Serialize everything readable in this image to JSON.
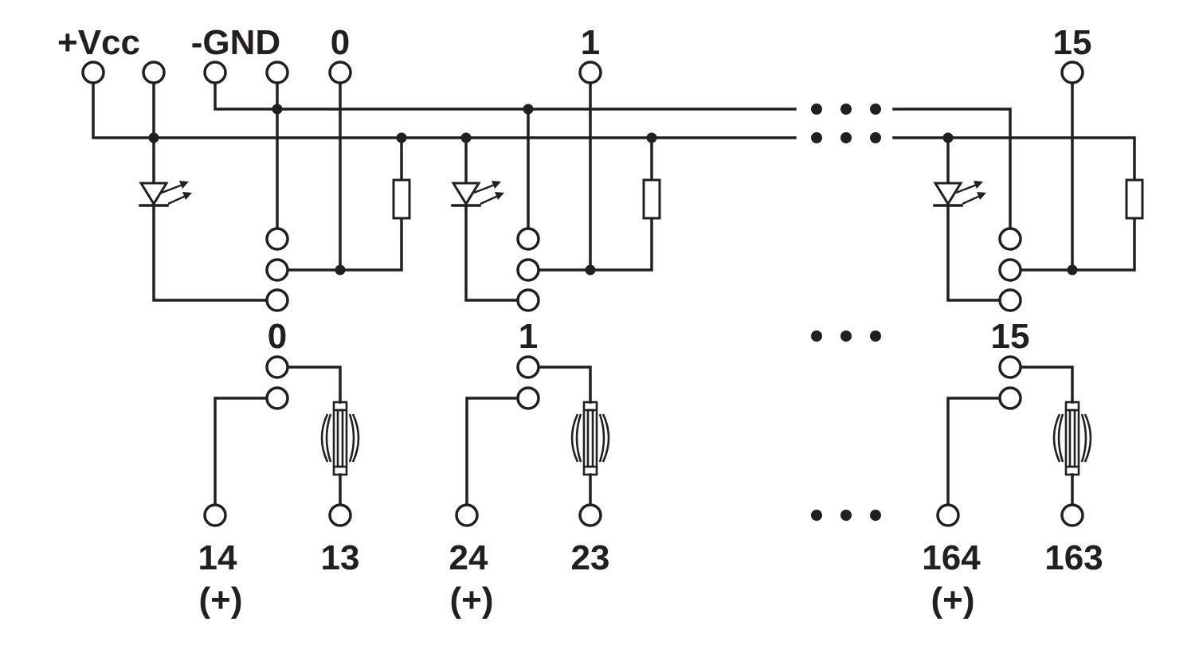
{
  "supply": {
    "vcc_label": "+Vcc",
    "gnd_label": "-GND"
  },
  "channels": [
    {
      "input_label": "0",
      "relay_label": "0",
      "out_plus": "14",
      "out_com": "13",
      "plus_note": "(+)"
    },
    {
      "input_label": "1",
      "relay_label": "1",
      "out_plus": "24",
      "out_com": "23",
      "plus_note": "(+)"
    },
    {
      "input_label": "15",
      "relay_label": "15",
      "out_plus": "164",
      "out_com": "163",
      "plus_note": "(+)"
    }
  ]
}
